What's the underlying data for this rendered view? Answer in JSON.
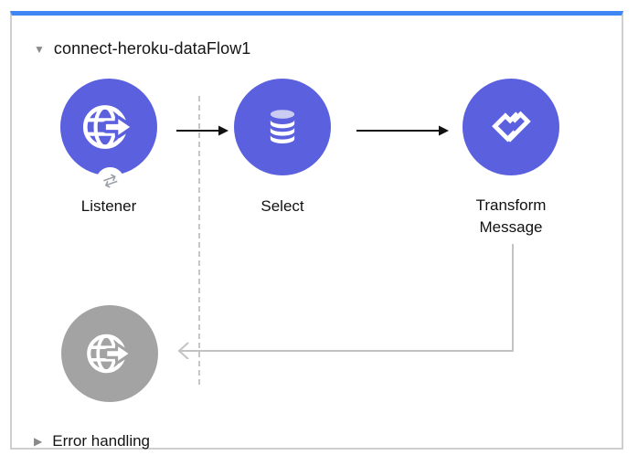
{
  "flow": {
    "title": "connect-heroku-dataFlow1",
    "collapse_icon": "▼",
    "nodes": [
      {
        "id": "listener",
        "label": "Listener",
        "type": "HTTP Listener source",
        "state": "enabled"
      },
      {
        "id": "select",
        "label": "Select",
        "type": "Database Select",
        "state": "enabled"
      },
      {
        "id": "transform",
        "label": "Transform Message",
        "type": "DataWeave Transform",
        "state": "enabled"
      },
      {
        "id": "response",
        "label": "",
        "type": "HTTP response",
        "state": "disabled"
      }
    ],
    "error_handling": {
      "label": "Error handling",
      "collapse_icon": "▶"
    }
  },
  "icons": {
    "listener": "globe-arrow-icon",
    "select": "database-icon",
    "transform": "dataweave-icon",
    "response": "globe-arrow-icon",
    "listener_badge_glyph": "⇄"
  },
  "colors": {
    "selection_bar": "#3d86f3",
    "node_blue": "#5b61de",
    "node_blue_accent": "#c9cbf2",
    "node_gray": "#a3a3a3",
    "container_border": "#cfcfcf",
    "connector_black": "#111111",
    "connector_gray": "#c3c3c3",
    "dashed_guide": "#c6c6c6",
    "text": "#141414"
  }
}
